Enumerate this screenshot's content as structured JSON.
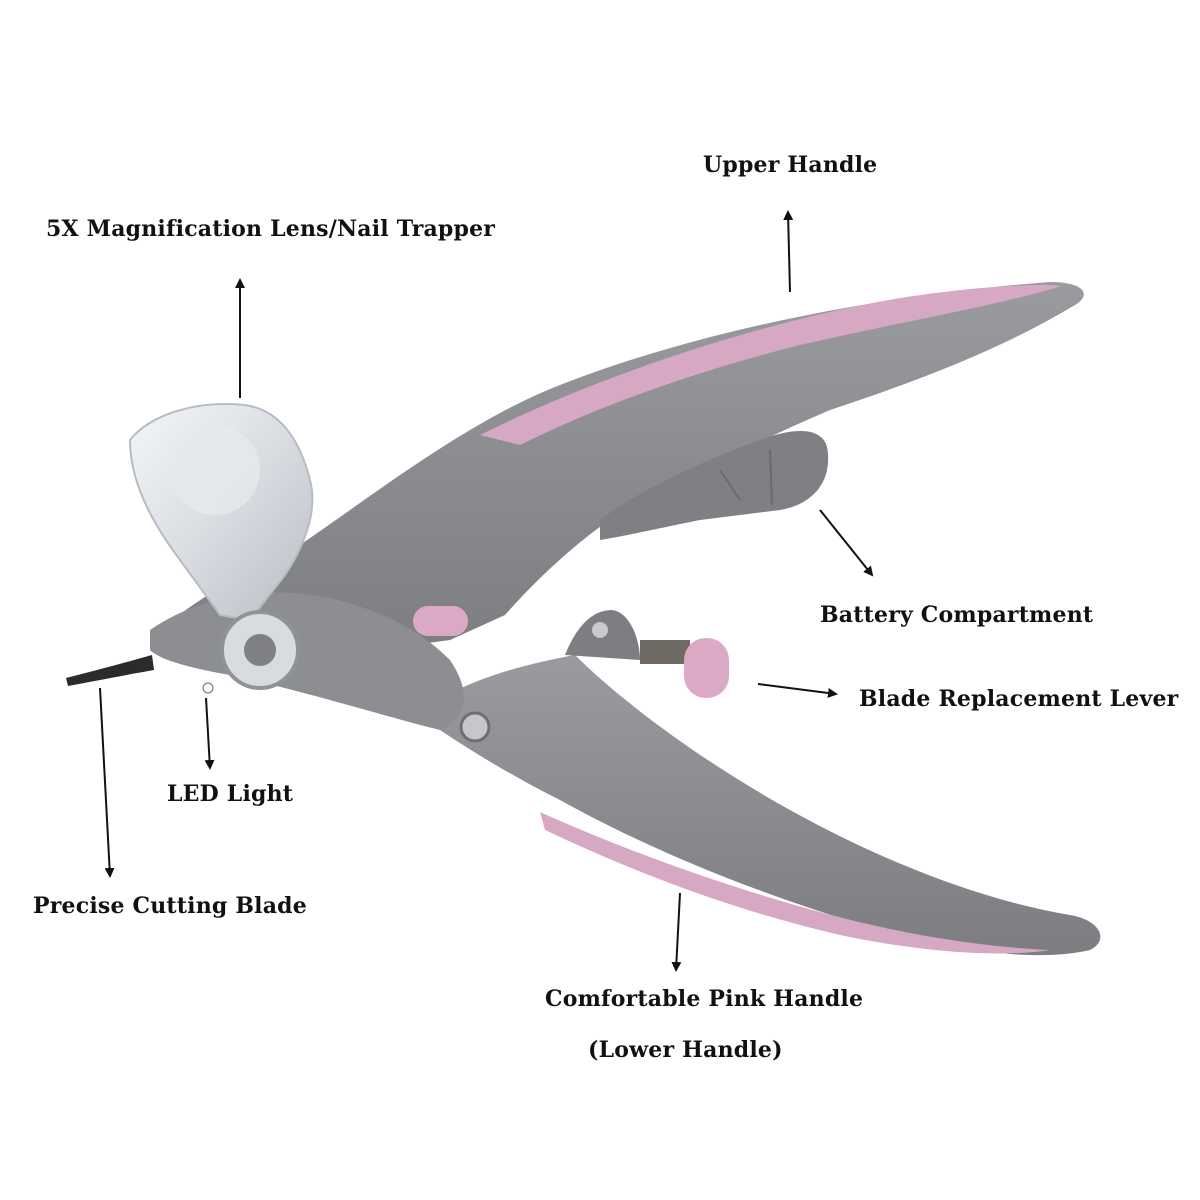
{
  "labels": {
    "upper_handle": "Upper Handle",
    "lens": "5X Magnification Lens/Nail Trapper",
    "battery": "Battery Compartment",
    "blade_lever": "Blade Replacement Lever",
    "led": "LED Light",
    "blade": "Precise Cutting Blade",
    "pink_handle_line1": "Comfortable Pink Handle",
    "pink_handle_line2": "(Lower Handle)"
  },
  "colors": {
    "body_gray": "#8a8b8f",
    "dark_gray": "#6e6f73",
    "pink_grip": "#d7a8c4",
    "lever_pink": "#dba8c6",
    "text": "#111111",
    "arrow": "#111111"
  }
}
